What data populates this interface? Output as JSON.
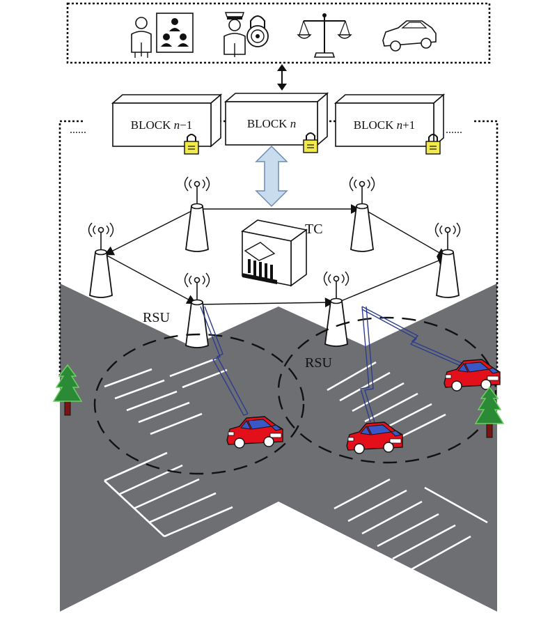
{
  "blockchain": {
    "blocks": [
      {
        "prefix": "BLOCK ",
        "var": "n",
        "suffix": "−1"
      },
      {
        "prefix": "BLOCK ",
        "var": "n",
        "suffix": ""
      },
      {
        "prefix": "BLOCK ",
        "var": "n",
        "suffix": "+1"
      }
    ],
    "ellipsis": "......"
  },
  "labels": {
    "tc": "TC",
    "rsu_left": "RSU",
    "rsu_right": "RSU"
  },
  "icons": [
    "users-board-icon",
    "officer-lock-icon",
    "justice-scale-icon",
    "car-outline-icon"
  ],
  "colors": {
    "road": "#6e6f73",
    "car": "#e3101b",
    "car_window": "#3a57c8",
    "lock": "#f1ea4a",
    "tree": "#2b8a35",
    "trunk": "#7a1414",
    "arrow": "#c9dcee",
    "radio_link": "#2c3c8c"
  }
}
